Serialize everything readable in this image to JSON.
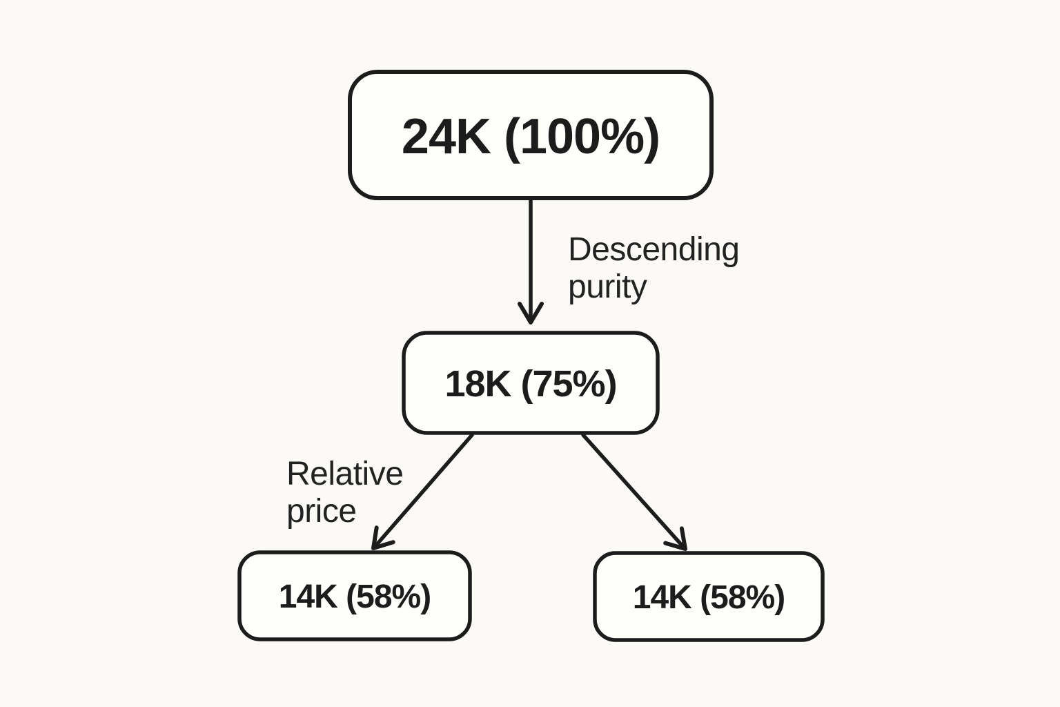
{
  "diagram": {
    "type": "flowchart",
    "topic": "Gold karat purity and relative price",
    "background_color": "#FBFAF6",
    "line_color": "#1C1C1C",
    "text_color": "#1C1C1C",
    "nodes": [
      {
        "id": "root",
        "label": "24K (100%)"
      },
      {
        "id": "mid",
        "label": "18K (75%)"
      },
      {
        "id": "left-leaf",
        "label": "14K (58%)"
      },
      {
        "id": "right-leaf",
        "label": "14K (58%)"
      }
    ],
    "edges": [
      {
        "from": "root",
        "to": "mid",
        "label": "Descending purity",
        "label_lines": [
          "Descending",
          "purity"
        ]
      },
      {
        "from": "mid",
        "to": "left-leaf",
        "label": "Relative price",
        "label_lines": [
          "Relative",
          "price"
        ]
      },
      {
        "from": "mid",
        "to": "right-leaf",
        "label": "",
        "label_lines": []
      }
    ]
  }
}
